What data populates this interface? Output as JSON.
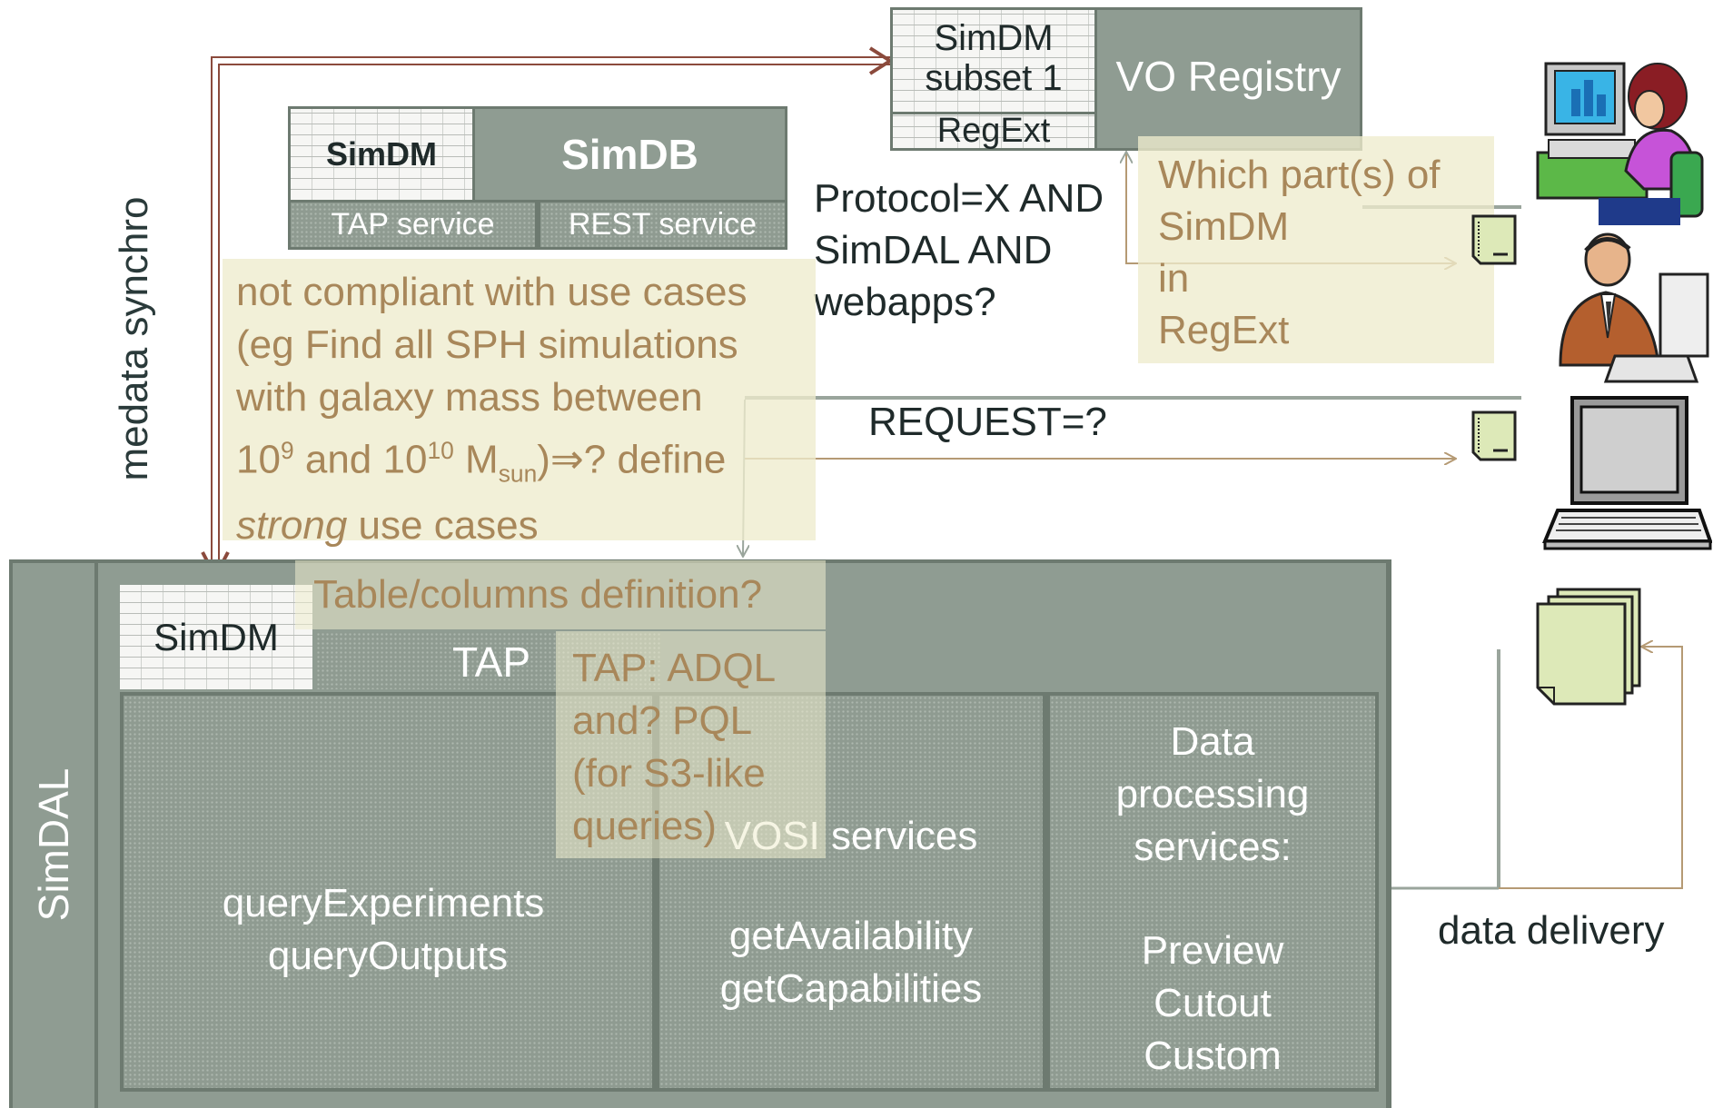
{
  "left_label": "medata synchro",
  "simdb": {
    "model_label": "SimDM",
    "title": "SimDB",
    "tap_label": "TAP service",
    "rest_label": "REST service"
  },
  "registry": {
    "model_line1": "SimDM",
    "model_line2": "subset 1",
    "regext_label": "RegExt",
    "title": "VO Registry"
  },
  "protocol_question": {
    "line1": "Protocol=X AND",
    "line2": "SimDAL  AND",
    "line3": "webapps?"
  },
  "regext_note": {
    "line1": "Which part(s) of",
    "line2": "SimDM",
    "line3": "in",
    "line4": "RegExt"
  },
  "usecase_note": {
    "line1": "not compliant with use cases",
    "line2": "(eg Find all SPH simulations",
    "line3": "with galaxy mass between",
    "l4_base1": "10",
    "l4_exp1": "9",
    "l4_mid": " and 10",
    "l4_exp2": "10",
    "l4_m": " M",
    "l4_sub": "sun",
    "l4_end": ")⇒? define",
    "l5_em": "strong",
    "l5_rest": " use cases"
  },
  "request_label": "REQUEST=?",
  "simdal": {
    "side_label": "SimDAL",
    "model_label": "SimDM",
    "tap_label": "TAP",
    "query_line1": "queryExperiments",
    "query_line2": "queryOutputs",
    "vosi_title": "VOSI services",
    "vosi_line1": "getAvailability",
    "vosi_line2": "getCapabilities",
    "dp_line1": "Data",
    "dp_line2": "processing",
    "dp_line3": "services:",
    "dp_line4": "Preview",
    "dp_line5": "Cutout",
    "dp_line6": "Custom"
  },
  "table_note": "Table/columns definition?",
  "tap_note": {
    "line1": "TAP: ADQL",
    "line2": "and? PQL",
    "line3": "(for S3-like",
    "line4": "queries)"
  },
  "data_delivery_label": "data delivery",
  "colors": {
    "slate": "#8f9c92",
    "frame": "#6d7a70",
    "synchro_arrow": "#8b4a3c",
    "request_arrow": "#b59a74",
    "note_text": "#a8875a",
    "document": "#dde9b8"
  },
  "icons": [
    "woman-at-computer-icon",
    "man-at-computer-icon",
    "laptop-icon",
    "document-icon",
    "document-stack-icon"
  ]
}
